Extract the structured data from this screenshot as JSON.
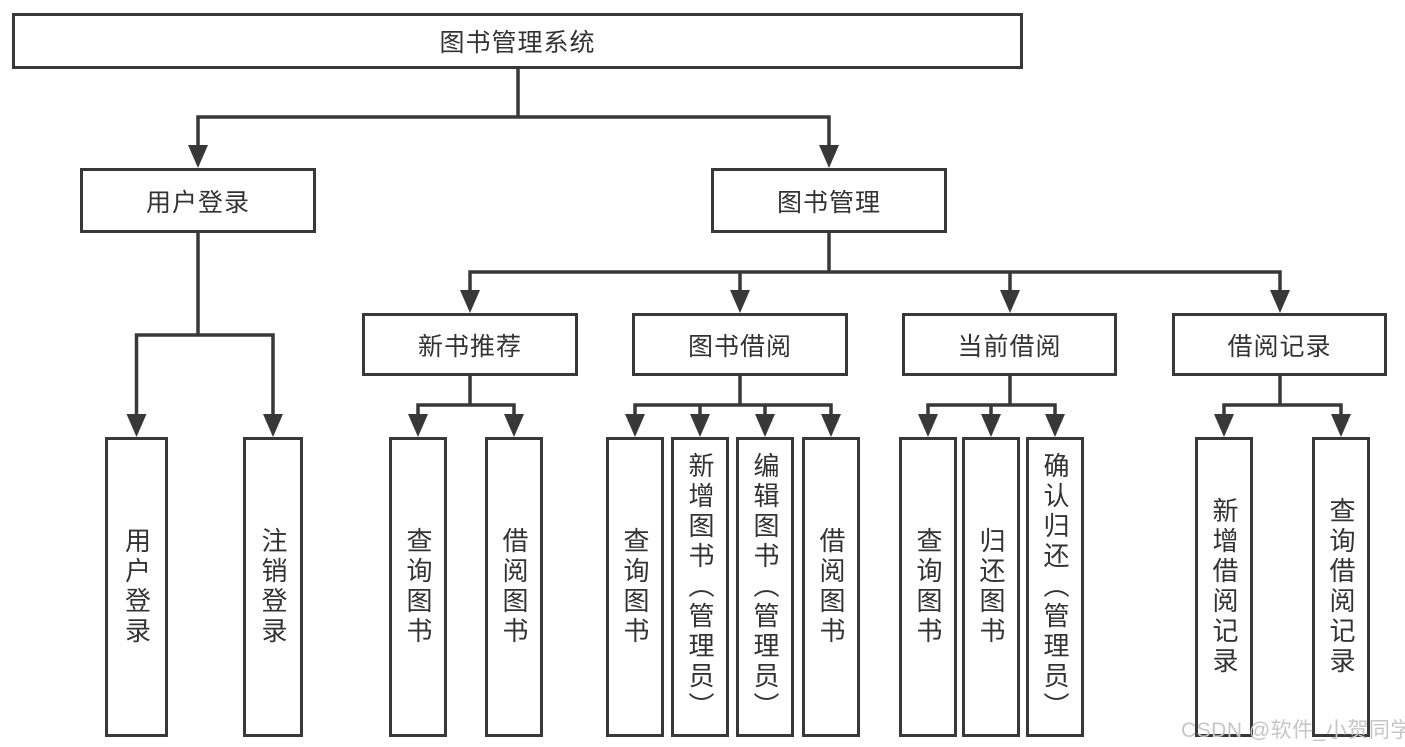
{
  "diagram": {
    "type": "hierarchy-tree",
    "root": {
      "label": "图书管理系统"
    },
    "level2": [
      {
        "label": "用户登录"
      },
      {
        "label": "图书管理"
      }
    ],
    "level3": [
      {
        "label": "新书推荐",
        "parent": "图书管理"
      },
      {
        "label": "图书借阅",
        "parent": "图书管理"
      },
      {
        "label": "当前借阅",
        "parent": "图书管理"
      },
      {
        "label": "借阅记录",
        "parent": "图书管理"
      }
    ],
    "leaves": [
      {
        "label": "用户登录",
        "parent": "用户登录"
      },
      {
        "label": "注销登录",
        "parent": "用户登录"
      },
      {
        "label": "查询图书",
        "parent": "新书推荐"
      },
      {
        "label": "借阅图书",
        "parent": "新书推荐"
      },
      {
        "label": "查询图书",
        "parent": "图书借阅"
      },
      {
        "label": "新增图书（管理员）",
        "parent": "图书借阅"
      },
      {
        "label": "编辑图书（管理员）",
        "parent": "图书借阅"
      },
      {
        "label": "借阅图书",
        "parent": "图书借阅"
      },
      {
        "label": "查询图书",
        "parent": "当前借阅"
      },
      {
        "label": "归还图书",
        "parent": "当前借阅"
      },
      {
        "label": "确认归还（管理员）",
        "parent": "当前借阅"
      },
      {
        "label": "新增借阅记录",
        "parent": "借阅记录"
      },
      {
        "label": "查询借阅记录",
        "parent": "借阅记录"
      }
    ]
  },
  "watermark": "CSDN @软件_小贺同学",
  "colors": {
    "line": "#383838",
    "text": "#333333",
    "background": "#ffffff",
    "watermark": "#c6c6c6"
  }
}
